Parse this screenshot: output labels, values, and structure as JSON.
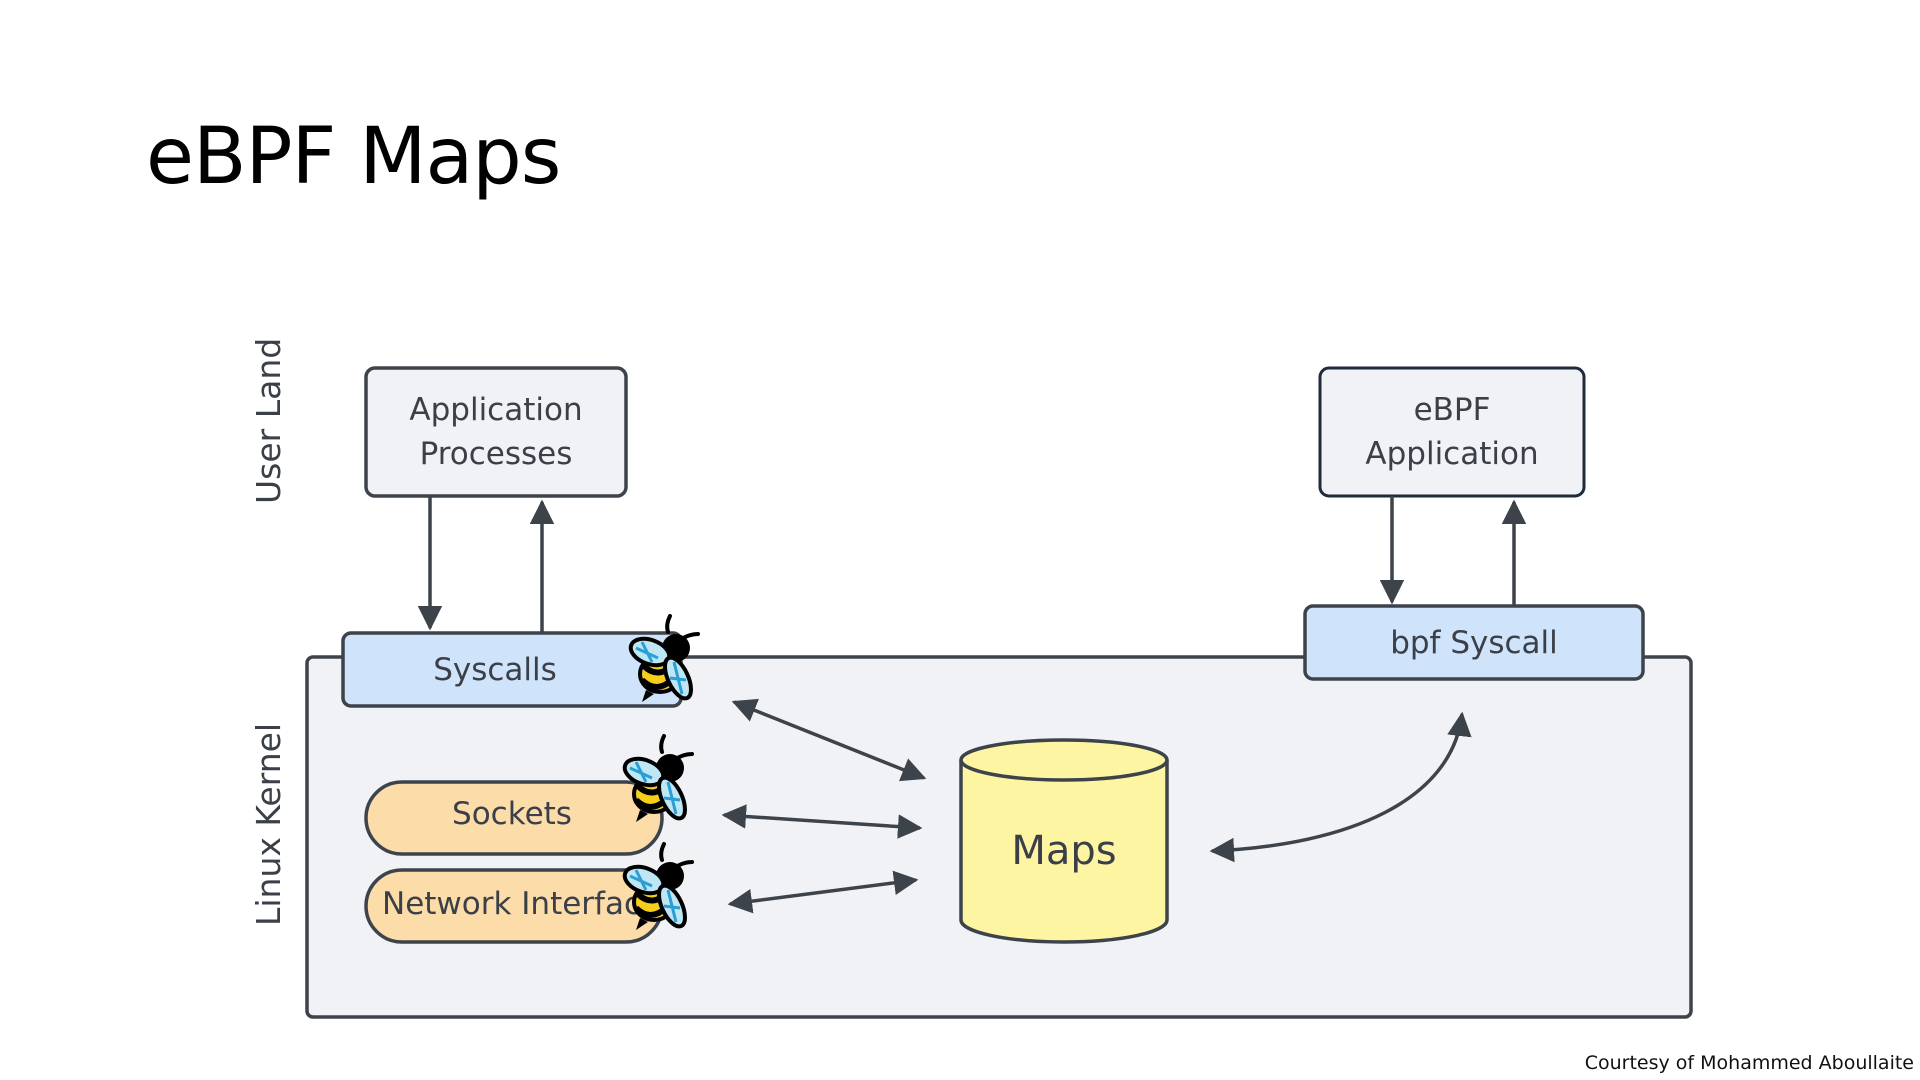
{
  "slide": {
    "title": "eBPF Maps",
    "credit": "Courtesy of Mohammed Aboullaite"
  },
  "diagram": {
    "zones": {
      "user_land": "User Land",
      "linux_kernel": "Linux Kernel"
    },
    "nodes": {
      "app_processes": {
        "line1": "Application",
        "line2": "Processes"
      },
      "ebpf_app": {
        "line1": "eBPF",
        "line2": "Application"
      },
      "syscalls": "Syscalls",
      "bpf_syscall": "bpf Syscall",
      "sockets": "Sockets",
      "network_interface": "Network Interfac",
      "maps": "Maps"
    },
    "icons": [
      "bee-icon",
      "bee-icon",
      "bee-icon"
    ],
    "colors": {
      "stroke": "#3d434b",
      "kernel_bg": "#f1f2f5",
      "box_bg": "#f1f2f5",
      "syscall_bg": "#cfe3fb",
      "hook_bg": "#fcdca9",
      "maps_bg": "#fef5a3",
      "ebpf_app_stroke": "#1f2a3c"
    }
  }
}
